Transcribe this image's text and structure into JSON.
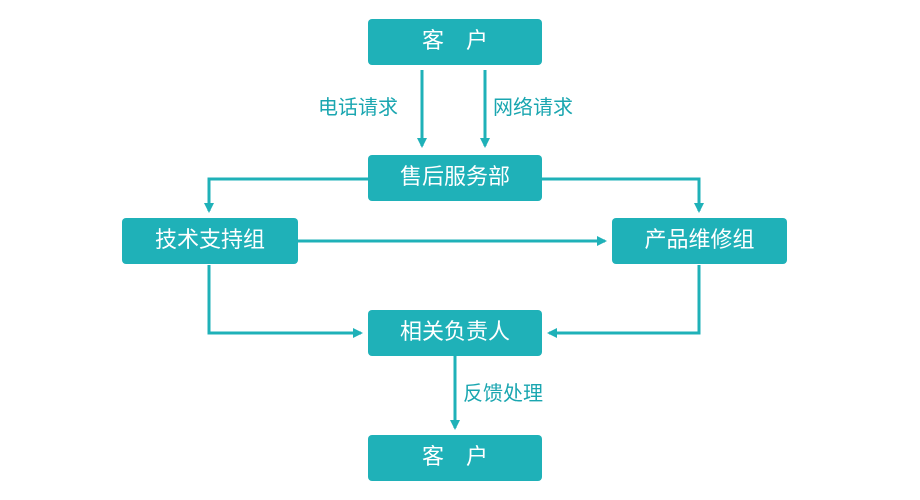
{
  "diagram": {
    "nodes": {
      "customer_top": "客　户",
      "after_sales": "售后服务部",
      "tech_support": "技术支持组",
      "product_repair": "产品维修组",
      "responsible": "相关负责人",
      "customer_bottom": "客　户"
    },
    "edge_labels": {
      "phone_request": "电话请求",
      "web_request": "网络请求",
      "feedback": "反馈处理"
    }
  },
  "colors": {
    "node_fill": "#1fb1b8",
    "node_text": "#ffffff",
    "edge": "#1fb1b8",
    "label_text": "#1aa6b0"
  }
}
